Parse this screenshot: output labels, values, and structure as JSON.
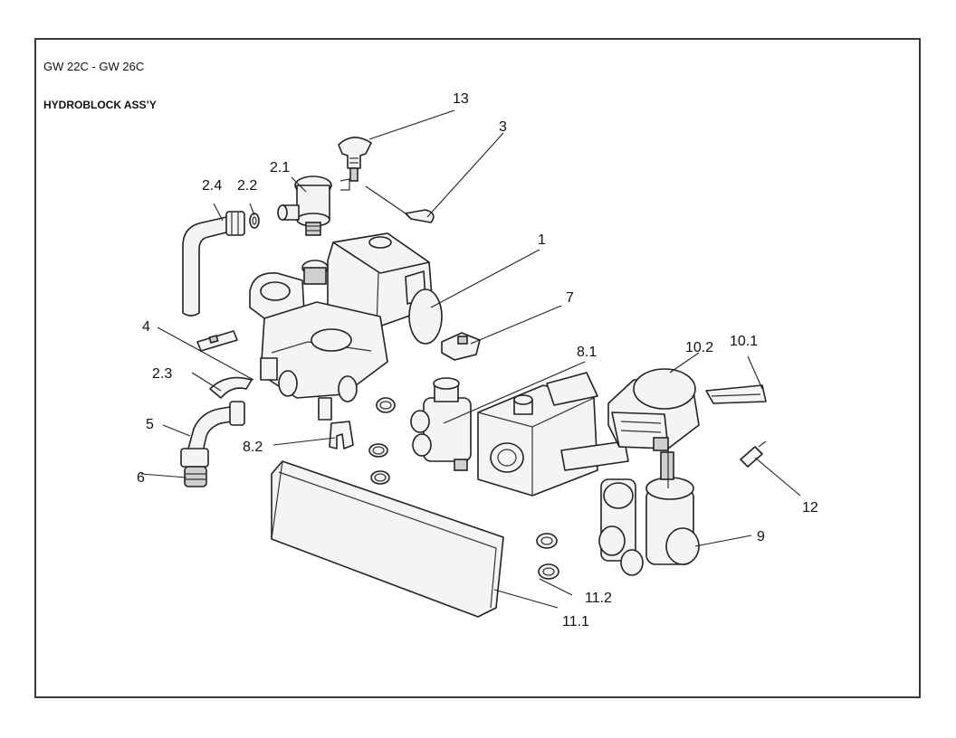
{
  "header": {
    "model": "GW 22C - GW 26C",
    "assembly": "HYDROBLOCK ASS’Y"
  },
  "callouts": {
    "c13": "13",
    "c3": "3",
    "c2_1": "2.1",
    "c2_4": "2.4",
    "c2_2": "2.2",
    "c1": "1",
    "c7": "7",
    "c4": "4",
    "c8_1": "8.1",
    "c10_2": "10.2",
    "c10_1": "10.1",
    "c2_3": "2.3",
    "c5": "5",
    "c8_2": "8.2",
    "c6": "6",
    "c12": "12",
    "c9": "9",
    "c11_2": "11.2",
    "c11_1": "11.1"
  }
}
